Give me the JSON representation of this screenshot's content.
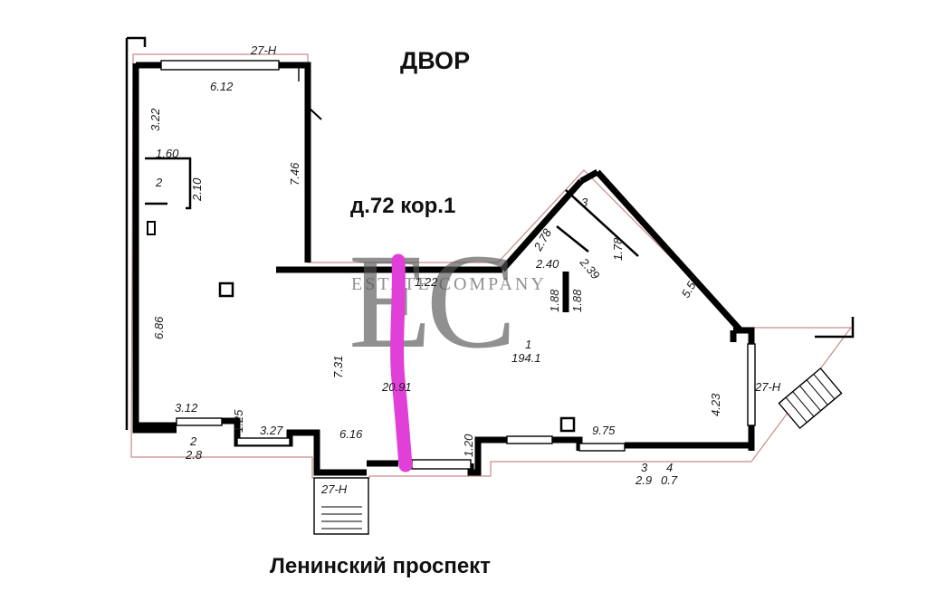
{
  "labels": {
    "yard": "ДВОР",
    "street": "Ленинский проспект",
    "building": "д.72 кор.1",
    "watermark_logo": "EC",
    "watermark_text": "ESTATE COMPANY"
  },
  "exits": [
    "27-Н",
    "27-Н",
    "27-Н"
  ],
  "rooms": [
    {
      "number": "1",
      "area": "194.1"
    },
    {
      "number": "2",
      "area": ""
    },
    {
      "number": "3",
      "area": ""
    },
    {
      "number": "2",
      "area": "2.8"
    },
    {
      "number": "3",
      "area": "2.9"
    },
    {
      "number": "4",
      "area": "0.7"
    }
  ],
  "dimensions": {
    "d_612": "6.12",
    "d_322": "3.22",
    "d_160": "1.60",
    "d_210": "2.10",
    "d_746": "7.46",
    "d_686": "6.86",
    "d_731": "7.31",
    "d_312": "3.12",
    "d_125": "1.25",
    "d_327": "3.27",
    "d_616": "6.16",
    "d_120": "1.20",
    "d_975": "9.75",
    "d_423": "4.23",
    "d_557": "5.57",
    "d_278": "2.78",
    "d_239": "2.39",
    "d_178": "1.78",
    "d_240": "2.40",
    "d_188a": "1.88",
    "d_188b": "1.88",
    "d_122": "1.22",
    "d_2091": "20.91"
  }
}
